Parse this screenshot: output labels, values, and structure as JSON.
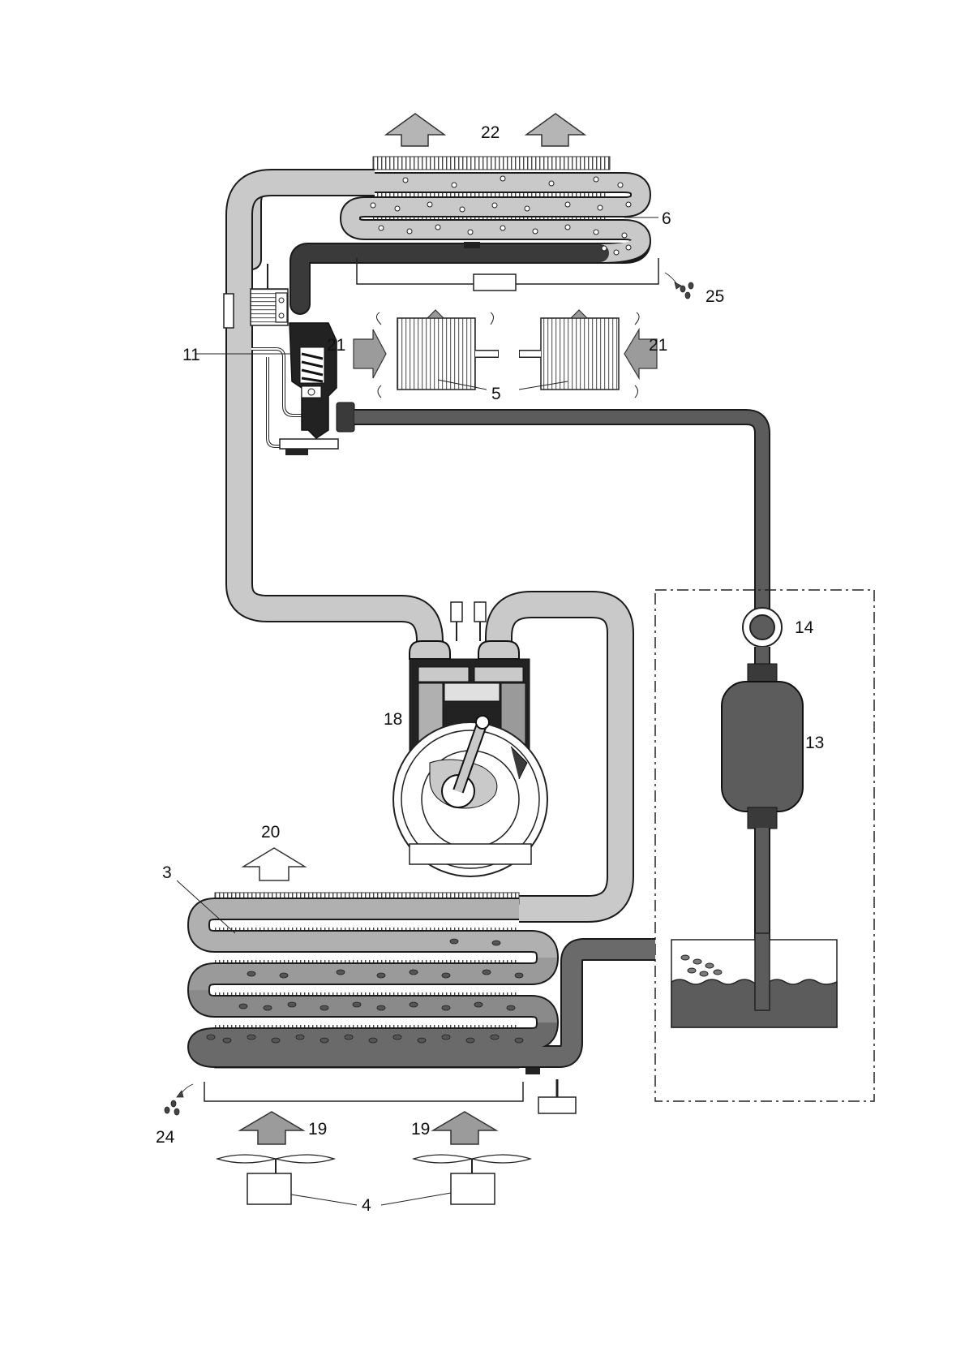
{
  "colors": {
    "pipe_light": "#c9c9c9",
    "pipe_mid": "#9a9a9a",
    "pipe_dark": "#5c5c5c",
    "pipe_black": "#2b2b2b",
    "outline": "#1a1a1a",
    "arrow_fill": "#9b9b9b"
  },
  "labels": {
    "l3": "3",
    "l4": "4",
    "l5": "5",
    "l6": "6",
    "l11": "11",
    "l13": "13",
    "l14": "14",
    "l18": "18",
    "l19a": "19",
    "l19b": "19",
    "l20": "20",
    "l21a": "21",
    "l21b": "21",
    "l22": "22",
    "l24": "24",
    "l25": "25"
  }
}
